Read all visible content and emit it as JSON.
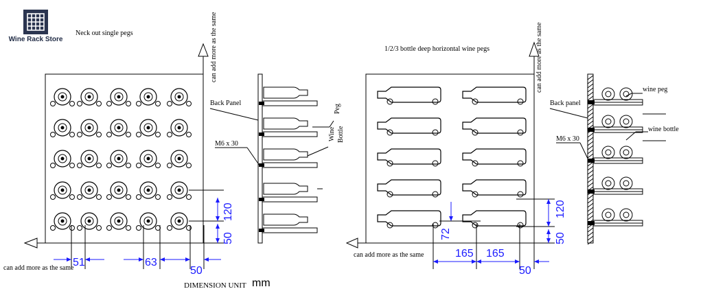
{
  "brand": {
    "name": "Wine Rack Store",
    "logo": "wine-rack-grid-logo"
  },
  "left": {
    "title": "Neck out single pegs",
    "side_label": "can add more as the same",
    "bottom_label": "can add more as the same",
    "labels": {
      "back_panel": "Back Panel",
      "screw": "M6 x 30",
      "peg": "Peg",
      "bottle_line1": "Wine",
      "bottle_line2": "Bottle"
    },
    "dims": {
      "row_spacing": "120",
      "bottom_margin": "50",
      "col_spacing_a": "51",
      "col_spacing_b": "63",
      "side_margin": "50"
    }
  },
  "right": {
    "title": "1/2/3 bottle deep  horizontal wine pegs",
    "side_label": "can add more as the same",
    "bottom_label": "can add more as the same",
    "labels": {
      "back_panel": "Back panel",
      "screw": "M6 x 30",
      "peg": "wine peg",
      "bottle": "wine bottle"
    },
    "dims": {
      "row_spacing": "120",
      "bottom_margin": "50",
      "peg_height": "72",
      "col_spacing_a": "165",
      "col_spacing_b": "165",
      "side_margin": "50"
    }
  },
  "footer": {
    "dimension_label": "DIMENSION UNIT",
    "unit": "mm"
  },
  "colors": {
    "line": "#000000",
    "dimension": "#1a1aff",
    "logo": "#2b3550"
  }
}
